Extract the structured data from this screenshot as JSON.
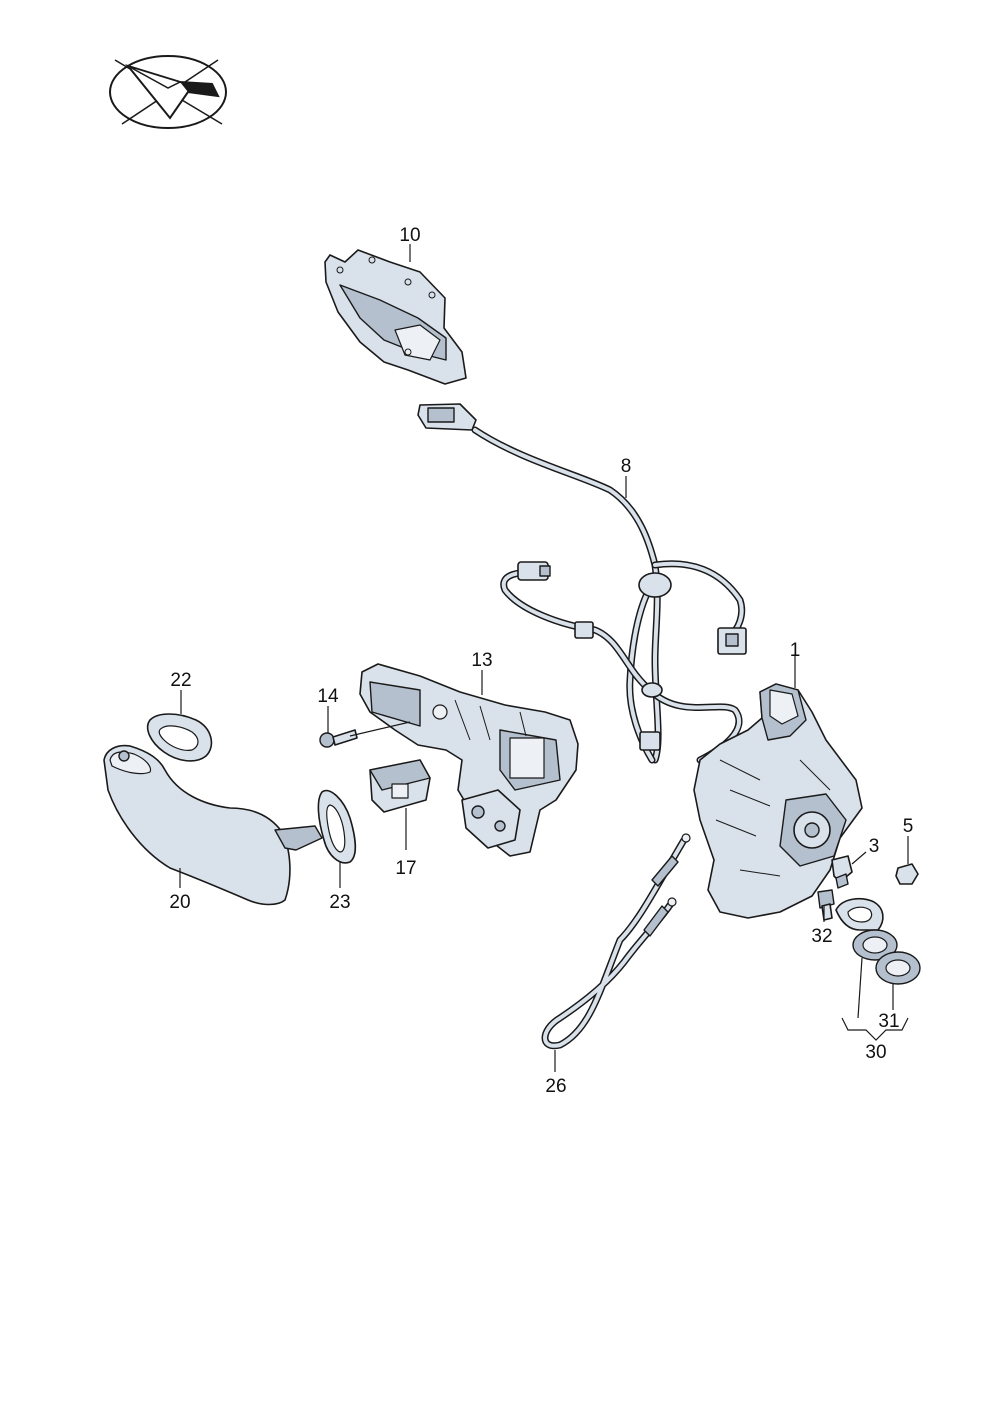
{
  "colors": {
    "part_fill": "#d9e1ea",
    "part_shade": "#b4c0cd",
    "outline": "#1a1a1a",
    "background": "#ffffff"
  },
  "logo": {
    "icon": "vw-group-parts-logo-icon"
  },
  "callouts": {
    "c1": "1",
    "c3": "3",
    "c5": "5",
    "c8": "8",
    "c10": "10",
    "c13": "13",
    "c14": "14",
    "c17": "17",
    "c20": "20",
    "c22": "22",
    "c23": "23",
    "c26": "26",
    "c30": "30",
    "c31": "31",
    "c32": "32"
  }
}
